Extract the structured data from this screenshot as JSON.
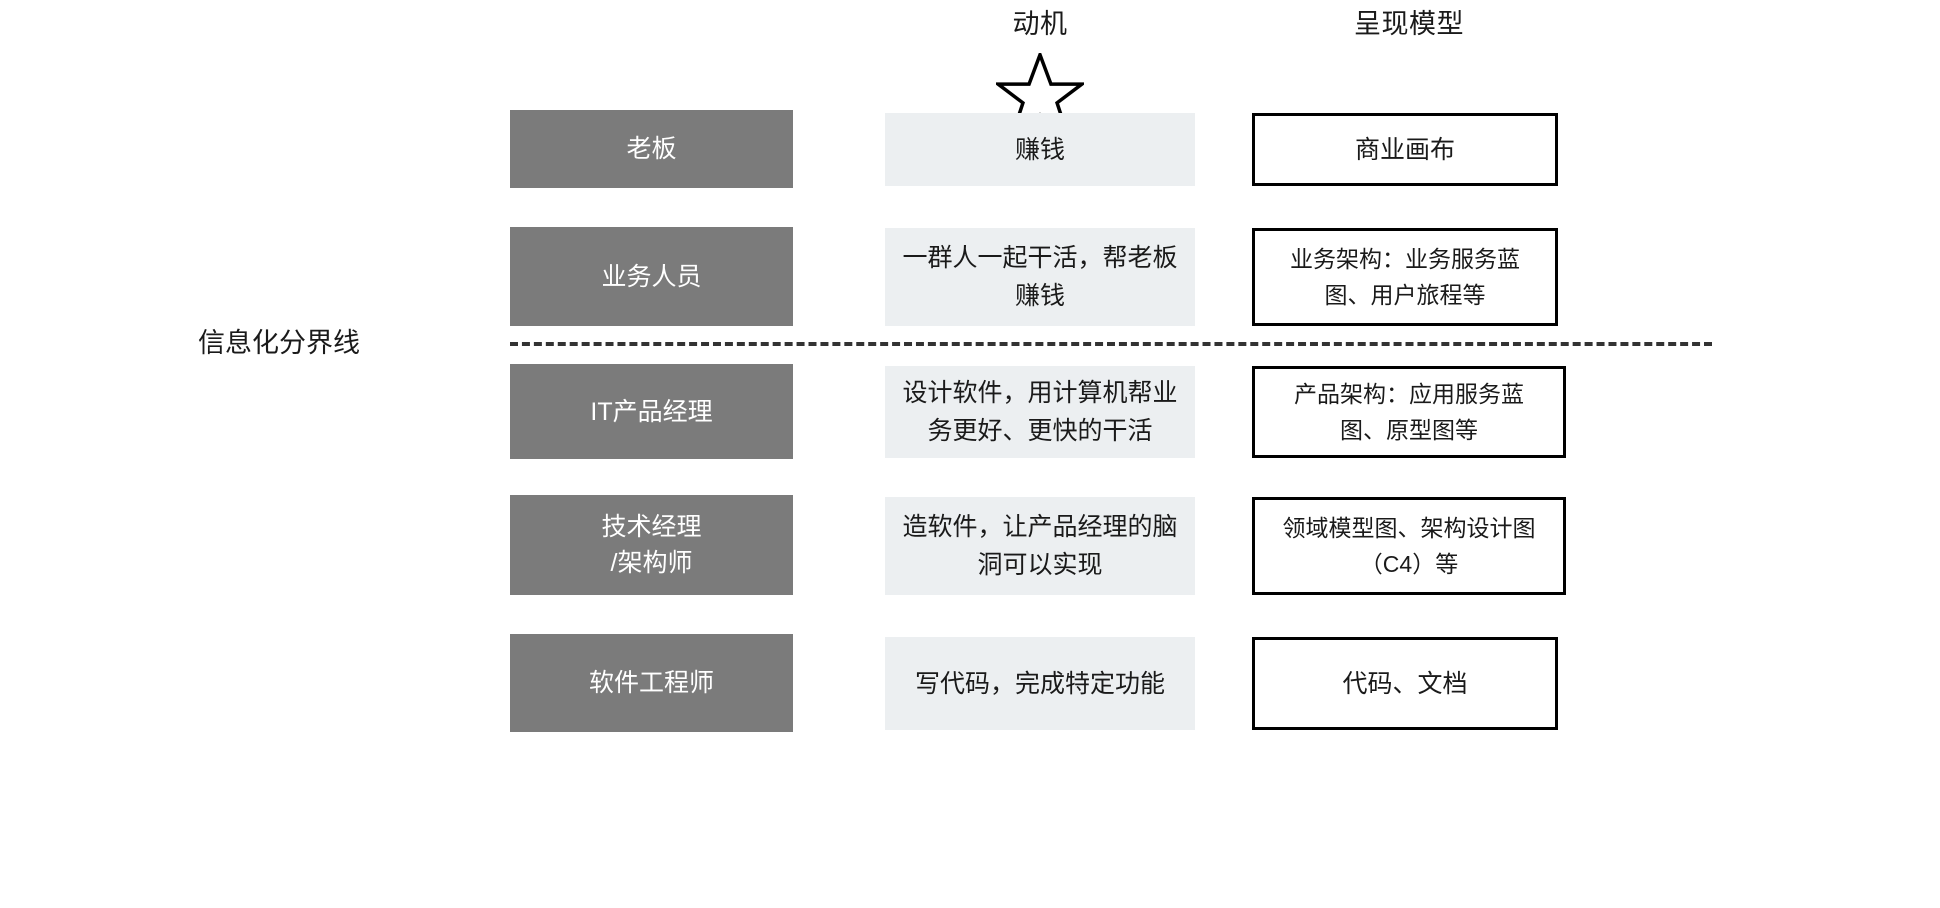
{
  "headers": {
    "role_col": "",
    "motivation": "动机",
    "model": "呈现模型"
  },
  "divider": {
    "label": "信息化分界线"
  },
  "icons": {
    "star": "star-icon"
  },
  "colors": {
    "role_fill": "#7b7b7b",
    "role_text": "#ffffff",
    "motivation_fill": "#eceff1",
    "model_border": "#000000",
    "divider_line": "#333333",
    "page_background": "#ffffff"
  },
  "rows": [
    {
      "role": "老板",
      "motivation": "赚钱",
      "motivation_line2": "",
      "model": "商业画布",
      "model_line2": "",
      "has_star": true
    },
    {
      "role": "业务人员",
      "motivation": "一群人一起干活，帮老板",
      "motivation_line2": "赚钱",
      "model": "业务架构：业务服务蓝",
      "model_line2": "图、用户旅程等",
      "has_star": false
    },
    {
      "role": "IT产品经理",
      "motivation": "设计软件，用计算机帮业",
      "motivation_line2": "务更好、更快的干活",
      "model": "产品架构：应用服务蓝",
      "model_line2": "图、原型图等",
      "has_star": false
    },
    {
      "role": "技术经理",
      "role_line2": "/架构师",
      "motivation": "造软件，让产品经理的脑",
      "motivation_line2": "洞可以实现",
      "model": "领域模型图、架构设计图",
      "model_line2": "（C4）等",
      "has_star": false
    },
    {
      "role": "软件工程师",
      "motivation": "写代码，完成特定功能",
      "motivation_line2": "",
      "model": "代码、文档",
      "model_line2": "",
      "has_star": false
    }
  ]
}
